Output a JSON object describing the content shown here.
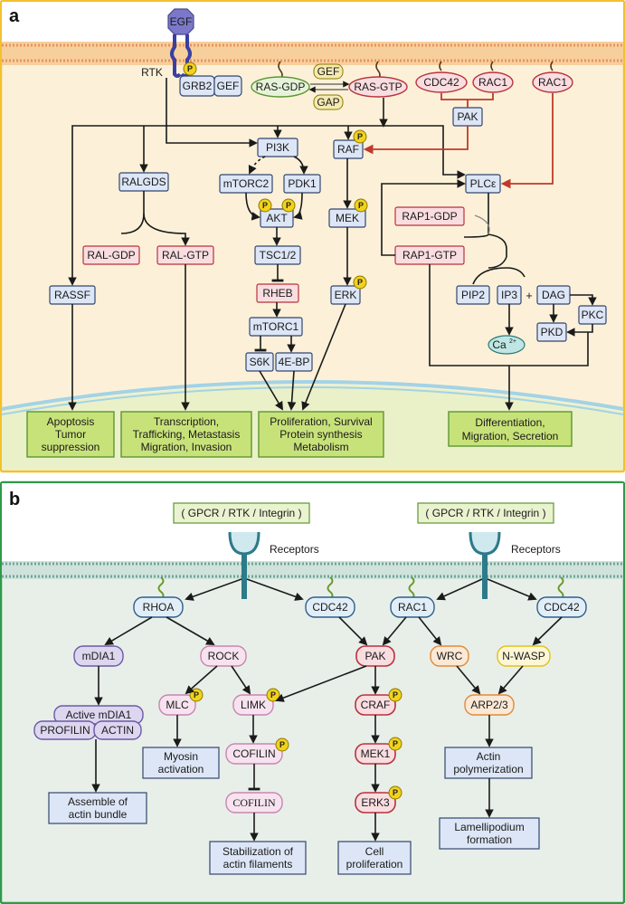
{
  "panel_a": {
    "label": "a",
    "EGF": "EGF",
    "RTK": "RTK",
    "GRB2": "GRB2",
    "GEF": "GEF",
    "RAS_GDP": "RAS-GDP",
    "RAS_GTP": "RAS-GTP",
    "GEF2": "GEF",
    "GAP": "GAP",
    "CDC42": "CDC42",
    "RAC1": "RAC1",
    "RAC1b": "RAC1",
    "PAK": "PAK",
    "PI3K": "PI3K",
    "RAF": "RAF",
    "PLCe": "PLCε",
    "RALGDS": "RALGDS",
    "mTORC2": "mTORC2",
    "PDK1": "PDK1",
    "AKT": "AKT",
    "MEK": "MEK",
    "RAP1_GDP": "RAP1-GDP",
    "RAP1_GTP": "RAP1-GTP",
    "RAL_GDP": "RAL-GDP",
    "RAL_GTP": "RAL-GTP",
    "TSC": "TSC1/2",
    "RASSF": "RASSF",
    "RHEB": "RHEB",
    "ERK": "ERK",
    "PIP2": "PIP2",
    "IP3": "IP3",
    "plus": "+",
    "DAG": "DAG",
    "PKC": "PKC",
    "PKD": "PKD",
    "Ca": "Ca",
    "Ca_sup": "2+",
    "mTORC1": "mTORC1",
    "S6K": "S6K",
    "EBP": "4E-BP",
    "P": "P",
    "out1": [
      "Apoptosis",
      "Tumor",
      "suppression"
    ],
    "out2": [
      "Transcription,",
      "Trafficking, Metastasis",
      "Migration, Invasion"
    ],
    "out3": [
      "Proliferation, Survival",
      "Protein synthesis",
      "Metabolism"
    ],
    "out4": [
      "Differentiation,",
      "Migration, Secretion"
    ]
  },
  "panel_b": {
    "label": "b",
    "input1": "( GPCR / RTK / Integrin )",
    "input2": "( GPCR / RTK / Integrin )",
    "receptors1": "Receptors",
    "receptors2": "Receptors",
    "RHOA": "RHOA",
    "CDC42a": "CDC42",
    "RAC1": "RAC1",
    "CDC42b": "CDC42",
    "mDIA1": "mDIA1",
    "ROCK": "ROCK",
    "PAK": "PAK",
    "WRC": "WRC",
    "NWASP": "N-WASP",
    "active_mdia1": "Active mDIA1",
    "PROFILIN": "PROFILIN",
    "ACTIN": "ACTIN",
    "MLC": "MLC",
    "LIMK": "LIMK",
    "CRAF": "CRAF",
    "ARP": "ARP2/3",
    "COFILIN": "COFILIN",
    "COFILIN2": "COFILIN",
    "MEK1": "MEK1",
    "ERK3": "ERK3",
    "out_myosin": [
      "Myosin",
      "activation"
    ],
    "out_actin_poly": [
      "Actin",
      "polymerization"
    ],
    "out_bundle": [
      "Assemble of",
      "actin bundle"
    ],
    "out_lamelli": [
      "Lamellipodium",
      "formation"
    ],
    "out_stab": [
      "Stabilization of",
      "actin filaments"
    ],
    "out_prolif": [
      "Cell",
      "proliferation"
    ]
  },
  "colors": {
    "panel_a_border": "#f2c12e",
    "panel_b_border": "#2e9a4a",
    "node_fill": "#dde6f6",
    "node_red_fill": "#f9dde0",
    "outcome_fill": "#c8e27a",
    "phospho": "#f2d21b",
    "red_arrow": "#c0392b"
  }
}
